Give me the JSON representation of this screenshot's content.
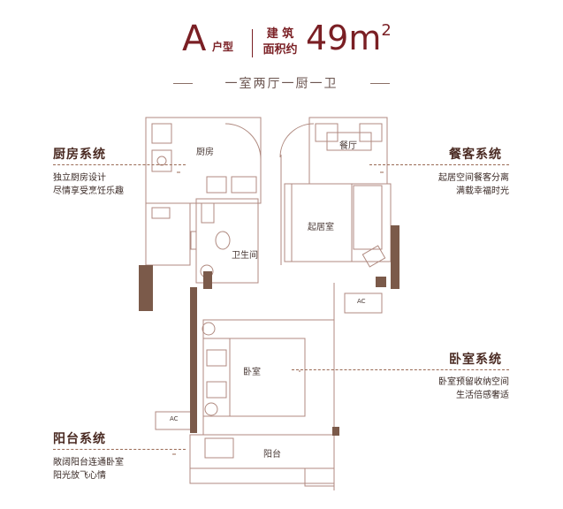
{
  "header": {
    "unit_letter": "A",
    "unit_type": "户型",
    "area_label_1": "建 筑",
    "area_label_2": "面积约",
    "area_value": "49m",
    "area_sup": "2",
    "layout": "一室两厅一厨一卫"
  },
  "systems": {
    "kitchen": {
      "title": "厨房系统",
      "lines": [
        "独立厨房设计",
        "尽情享受烹饪乐趣"
      ]
    },
    "dining": {
      "title": "餐客系统",
      "lines": [
        "起居空间餐客分离",
        "满载幸福时光"
      ]
    },
    "bedroom": {
      "title": "卧室系统",
      "lines": [
        "卧室预留收纳空间",
        "生活倍感奢适"
      ]
    },
    "balcony": {
      "title": "阳台系统",
      "lines": [
        "敞阔阳台连通卧室",
        "阳光放飞心情"
      ]
    }
  },
  "rooms": {
    "kitchen": "厨房",
    "dining": "餐厅",
    "living": "起居室",
    "bathroom": "卫生间",
    "bedroom": "卧室",
    "balcony": "阳台",
    "ac1": "AC",
    "ac2": "AC"
  },
  "colors": {
    "accent": "#7a1f24",
    "wall": "#7b5a4a",
    "line": "#b08a80"
  }
}
